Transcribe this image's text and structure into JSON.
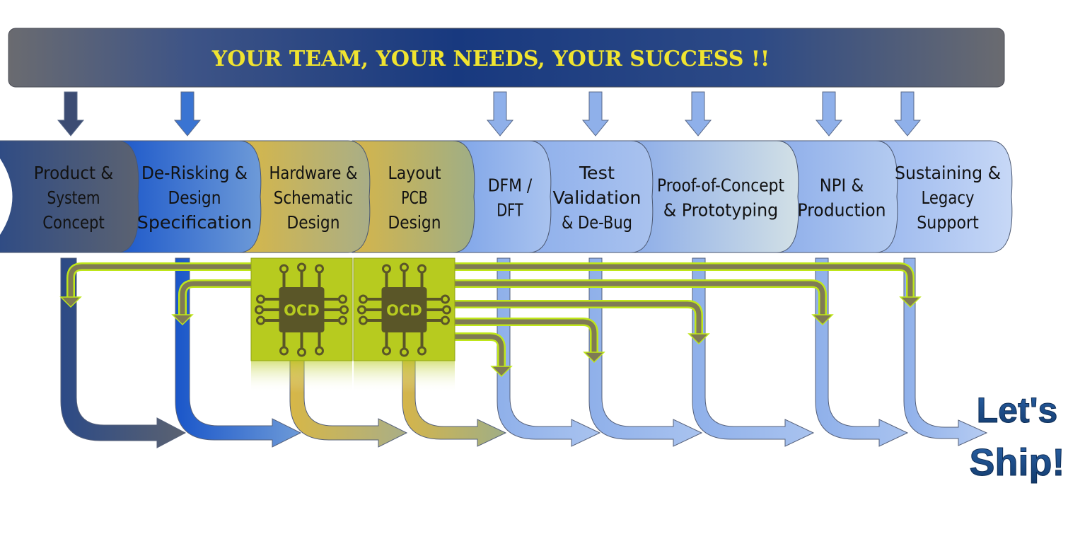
{
  "banner": {
    "title": "YOUR TEAM, YOUR NEEDS, YOUR SUCCESS !!"
  },
  "stages": [
    {
      "id": "product",
      "lines": [
        "Product &",
        "System",
        "Concept"
      ],
      "colors": [
        "#2c4a86",
        "#5b6271"
      ]
    },
    {
      "id": "derisking",
      "lines": [
        "De-Risking &",
        "Design",
        "Specification"
      ],
      "colors": [
        "#1a56c9",
        "#6d9ad8"
      ]
    },
    {
      "id": "hardware",
      "lines": [
        "Hardware &",
        "Schematic",
        "Design"
      ],
      "colors": [
        "#d7b747",
        "#a9ae87"
      ]
    },
    {
      "id": "layout",
      "lines": [
        "Layout",
        "PCB",
        "Design"
      ],
      "colors": [
        "#d5b54a",
        "#9fae86"
      ]
    },
    {
      "id": "dfm",
      "lines": [
        "DFM /",
        "DFT"
      ],
      "colors": [
        "#7ea4e8",
        "#a9c3ef"
      ]
    },
    {
      "id": "test",
      "lines": [
        "Test",
        "Validation",
        "& De-Bug"
      ],
      "colors": [
        "#8fb0ec",
        "#a9c2ee"
      ]
    },
    {
      "id": "poc",
      "lines": [
        "Proof-of-Concept",
        "& Prototyping"
      ],
      "colors": [
        "#8aabe8",
        "#d2e0e6"
      ]
    },
    {
      "id": "npi",
      "lines": [
        "NPI &",
        "Production"
      ],
      "colors": [
        "#8eaeea",
        "#b4cbf0"
      ]
    },
    {
      "id": "sustaining",
      "lines": [
        "Sustaining &",
        "Legacy",
        "Support"
      ],
      "colors": [
        "#9bb8ee",
        "#c7d8f6"
      ]
    }
  ],
  "chips": [
    {
      "label": "OCD"
    },
    {
      "label": "OCD"
    }
  ],
  "ship": {
    "line1": "Let's",
    "line2": "Ship!"
  },
  "colors": {
    "banner_dark": "#18397f",
    "banner_grey": "#6a6b70",
    "banner_text": "#f0e430",
    "chip_fill": "#b7cb1f",
    "chip_dark": "#5a5628",
    "feedback_line": "#bfe61a",
    "feedback_arrow": "#7f7a55",
    "ship_text": "#1a4a86"
  }
}
